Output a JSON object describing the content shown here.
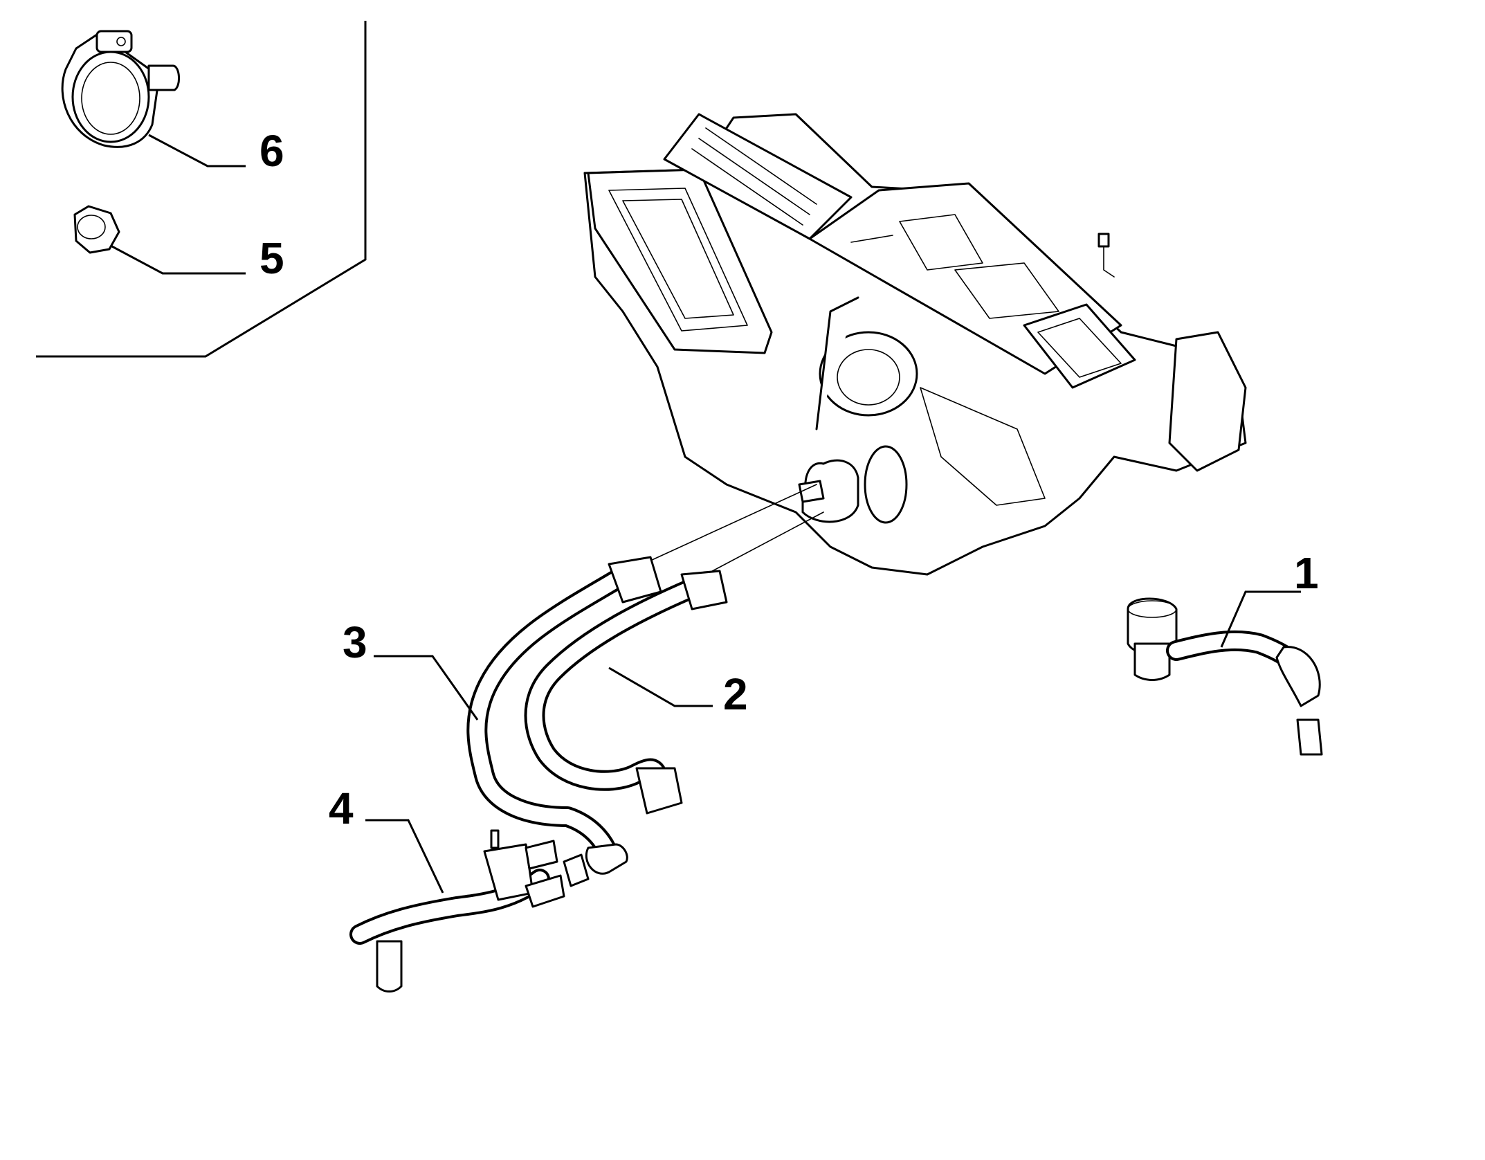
{
  "callouts": [
    {
      "id": "1",
      "text": "1"
    },
    {
      "id": "2",
      "text": "2"
    },
    {
      "id": "3",
      "text": "3"
    },
    {
      "id": "4",
      "text": "4"
    },
    {
      "id": "5",
      "text": "5"
    },
    {
      "id": "6",
      "text": "6"
    }
  ],
  "colors": {
    "line": "#000000",
    "background": "#ffffff"
  }
}
